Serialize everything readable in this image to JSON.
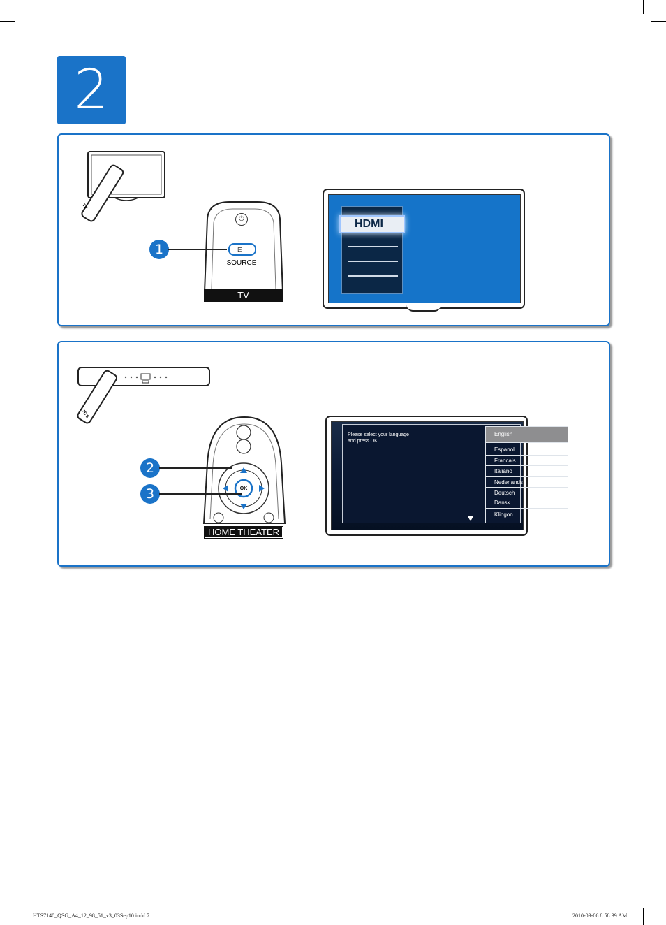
{
  "step": {
    "number": "2"
  },
  "tv_panel": {
    "remote_source_label": "SOURCE",
    "device_label": "TV",
    "stick_label": "TV",
    "callout": "1",
    "menu": {
      "selected": "HDMI"
    }
  },
  "ht_panel": {
    "device_label": "HOME THEATER",
    "stick_label": "HTS",
    "callouts": [
      "2",
      "3"
    ],
    "ok_label": "OK",
    "screen": {
      "prompt": "Please select your language and press OK.",
      "languages": [
        "English",
        "Espanol",
        "Francais",
        "Italiano",
        "Nederlands",
        "Deutsch",
        "Dansk",
        "Klingon"
      ],
      "selected": "English"
    }
  },
  "footer": {
    "file": "HTS7140_QSG_A4_12_98_51_v3_03Sep10.indd   7",
    "timestamp": "2010-09-06   8:58:39 AM"
  },
  "colors": {
    "accent": "#1a73c8",
    "menu_dark": "#0b2746",
    "ink": "#111111"
  }
}
